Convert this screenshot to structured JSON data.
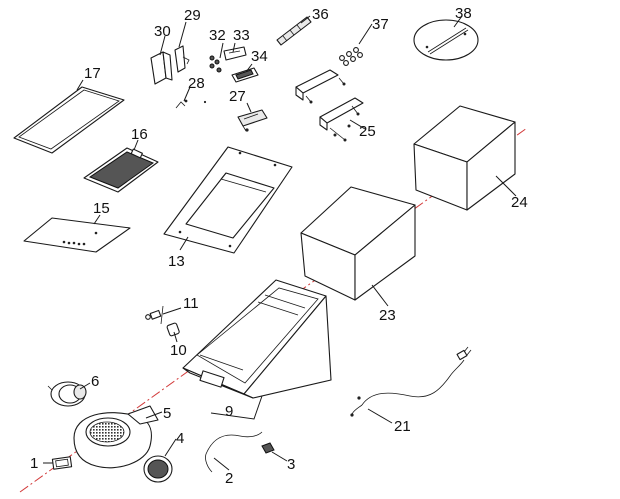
{
  "diagram": {
    "callouts": [
      {
        "id": "c1",
        "label": "1"
      },
      {
        "id": "c2",
        "label": "2"
      },
      {
        "id": "c3",
        "label": "3"
      },
      {
        "id": "c4",
        "label": "4"
      },
      {
        "id": "c5",
        "label": "5"
      },
      {
        "id": "c6",
        "label": "6"
      },
      {
        "id": "c9",
        "label": "9"
      },
      {
        "id": "c10",
        "label": "10"
      },
      {
        "id": "c11",
        "label": "11"
      },
      {
        "id": "c13",
        "label": "13"
      },
      {
        "id": "c15",
        "label": "15"
      },
      {
        "id": "c16",
        "label": "16"
      },
      {
        "id": "c17",
        "label": "17"
      },
      {
        "id": "c21",
        "label": "21"
      },
      {
        "id": "c23",
        "label": "23"
      },
      {
        "id": "c24",
        "label": "24"
      },
      {
        "id": "c25",
        "label": "25"
      },
      {
        "id": "c27",
        "label": "27"
      },
      {
        "id": "c28",
        "label": "28"
      },
      {
        "id": "c29",
        "label": "29"
      },
      {
        "id": "c30",
        "label": "30"
      },
      {
        "id": "c32",
        "label": "32"
      },
      {
        "id": "c33",
        "label": "33"
      },
      {
        "id": "c34",
        "label": "34"
      },
      {
        "id": "c36",
        "label": "36"
      },
      {
        "id": "c37",
        "label": "37"
      },
      {
        "id": "c38",
        "label": "38"
      }
    ],
    "colors": {
      "axis_line": "#d23a3a",
      "line_art": "#1a1a1a",
      "background": "#ffffff"
    }
  }
}
